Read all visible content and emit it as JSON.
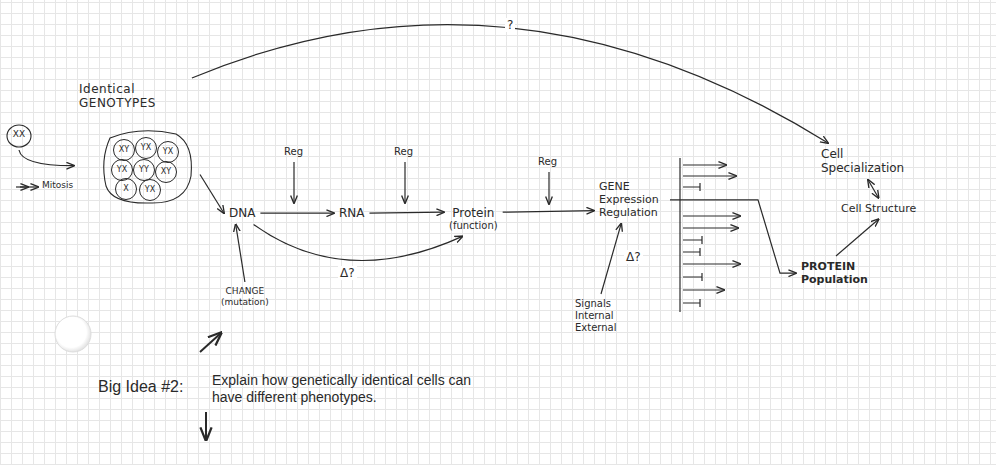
{
  "diagram": {
    "nodes": [
      {
        "text": [
          "XX"
        ]
      },
      {
        "text": [
          "Identical GENOTYPES"
        ]
      },
      {
        "text": [
          "DNA"
        ]
      },
      {
        "text": [
          "RNA"
        ]
      },
      {
        "text": [
          "Protein",
          "(function)"
        ]
      },
      {
        "text": [
          "GENE Expression Regulation"
        ]
      },
      {
        "text": [
          "Cell Specialization"
        ]
      },
      {
        "text": [
          "Cell Structure"
        ]
      },
      {
        "text": [
          "PROTEIN Population"
        ]
      },
      {
        "text": [
          "CHANGE",
          "(mutation)"
        ]
      },
      {
        "text": [
          "Signals Internal External"
        ]
      }
    ],
    "edges": [
      {
        "from": 0,
        "to": 1,
        "arrow": "to"
      },
      {
        "from": 1,
        "to": 2,
        "arrow": "to"
      },
      {
        "from": 2,
        "to": 3,
        "arrow": "to"
      },
      {
        "from": 3,
        "to": 4,
        "arrow": "to"
      },
      {
        "from": 4,
        "to": 5,
        "arrow": "to"
      },
      {
        "from": 2,
        "to": 4,
        "label": "Δ?",
        "arrow": "to"
      },
      {
        "from": 9,
        "to": 2,
        "arrow": "to"
      },
      {
        "from": 10,
        "to": 5,
        "label": "Δ?",
        "arrow": "to"
      },
      {
        "from": 5,
        "to": 8,
        "arrow": "to"
      },
      {
        "from": 8,
        "to": 7,
        "arrow": "to"
      },
      {
        "from": 7,
        "to": 6,
        "arrow": "both"
      },
      {
        "from": 1,
        "to": 6,
        "label": "?",
        "arrow": "to"
      }
    ],
    "labels": [
      "Reg",
      "Reg",
      "Reg",
      "Mitosis",
      "XY",
      "YX",
      "YX",
      "YX",
      "YY",
      "XY",
      "X",
      "YX",
      "Big Idea #2:",
      "Explain how genetically identical cells can have different phenotypes."
    ]
  }
}
